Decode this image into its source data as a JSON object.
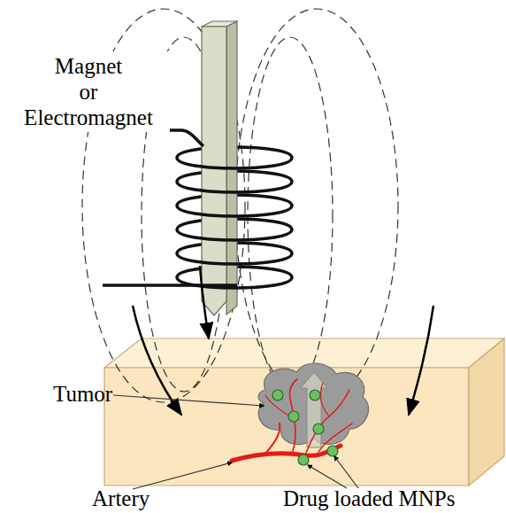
{
  "diagram": {
    "labels": [
      "Magnet or Electromagnet",
      "Tumor",
      "Artery",
      "Drug loaded MNPs"
    ]
  }
}
